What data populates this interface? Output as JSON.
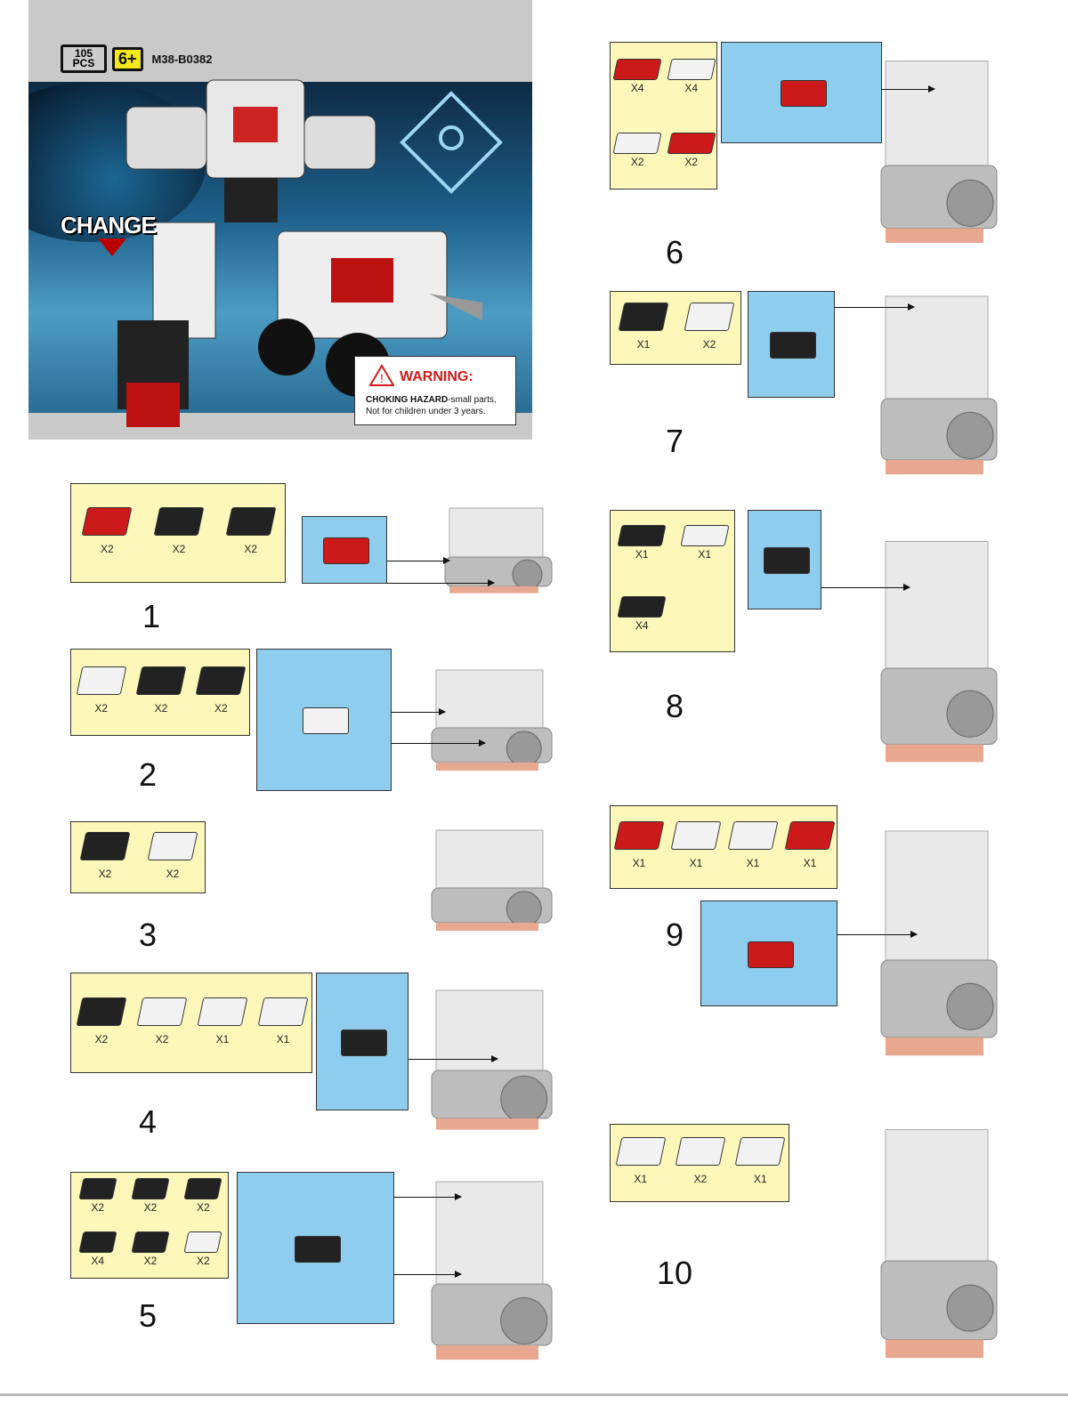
{
  "cover": {
    "pieces": "105",
    "pieces_unit": "PCS",
    "age": "6+",
    "model_code": "M38-B0382",
    "logo": "CHANGE",
    "warning": {
      "title": "WARNING:",
      "hazard": "CHOKING HAZARD",
      "line1_rest": "-small parts,",
      "line2": "Not for children under 3 years."
    }
  },
  "colors": {
    "red": "#cc1a1a",
    "black": "#222222",
    "white": "#f2f2f2",
    "parts_bg": "#fdf8b9",
    "step_bg": "#8fcdee"
  },
  "steps": [
    {
      "number": "1",
      "parts": [
        {
          "qty": "X2",
          "color": "red"
        },
        {
          "qty": "X2",
          "color": "black"
        },
        {
          "qty": "X2",
          "color": "black"
        }
      ]
    },
    {
      "number": "2",
      "parts": [
        {
          "qty": "X2",
          "color": "white"
        },
        {
          "qty": "X2",
          "color": "black"
        },
        {
          "qty": "X2",
          "color": "black"
        }
      ]
    },
    {
      "number": "3",
      "parts": [
        {
          "qty": "X2",
          "color": "black"
        },
        {
          "qty": "X2",
          "color": "white"
        }
      ]
    },
    {
      "number": "4",
      "parts": [
        {
          "qty": "X2",
          "color": "black"
        },
        {
          "qty": "X2",
          "color": "white"
        },
        {
          "qty": "X1",
          "color": "white"
        },
        {
          "qty": "X1",
          "color": "white"
        }
      ]
    },
    {
      "number": "5",
      "parts": [
        {
          "qty": "X2",
          "color": "black"
        },
        {
          "qty": "X2",
          "color": "black"
        },
        {
          "qty": "X2",
          "color": "black"
        },
        {
          "qty": "X4",
          "color": "black"
        },
        {
          "qty": "X2",
          "color": "black"
        },
        {
          "qty": "X2",
          "color": "white"
        }
      ]
    },
    {
      "number": "6",
      "parts": [
        {
          "qty": "X4",
          "color": "red"
        },
        {
          "qty": "X4",
          "color": "white"
        },
        {
          "qty": "X2",
          "color": "white"
        },
        {
          "qty": "X2",
          "color": "red"
        }
      ]
    },
    {
      "number": "7",
      "parts": [
        {
          "qty": "X1",
          "color": "black"
        },
        {
          "qty": "X2",
          "color": "white"
        }
      ]
    },
    {
      "number": "8",
      "parts": [
        {
          "qty": "X1",
          "color": "black"
        },
        {
          "qty": "X1",
          "color": "white"
        },
        {
          "qty": "X4",
          "color": "black"
        }
      ]
    },
    {
      "number": "9",
      "parts": [
        {
          "qty": "X1",
          "color": "red"
        },
        {
          "qty": "X1",
          "color": "white"
        },
        {
          "qty": "X1",
          "color": "white"
        },
        {
          "qty": "X1",
          "color": "red"
        }
      ]
    },
    {
      "number": "10",
      "parts": [
        {
          "qty": "X1",
          "color": "white"
        },
        {
          "qty": "X2",
          "color": "white"
        },
        {
          "qty": "X1",
          "color": "white"
        }
      ]
    }
  ]
}
